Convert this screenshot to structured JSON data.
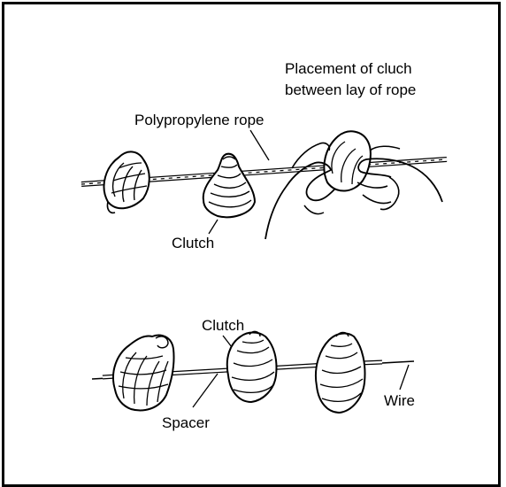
{
  "labels": {
    "placement_line1": "Placement of cluch",
    "placement_line2": "between lay of rope",
    "polypropylene_rope": "Polypropylene rope",
    "clutch_top": "Clutch",
    "clutch_bottom": "Clutch",
    "spacer": "Spacer",
    "wire": "Wire"
  }
}
